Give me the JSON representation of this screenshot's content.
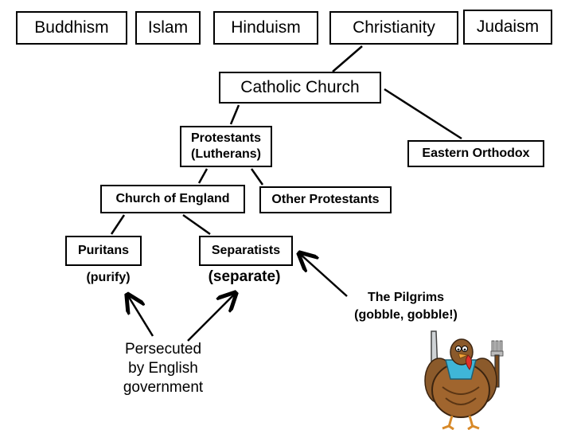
{
  "religions": {
    "buddhism": "Buddhism",
    "islam": "Islam",
    "hinduism": "Hinduism",
    "christianity": "Christianity",
    "judaism": "Judaism"
  },
  "branches": {
    "catholic": "Catholic Church",
    "protestants_line1": "Protestants",
    "protestants_line2": "(Lutherans)",
    "eastern_orthodox": "Eastern Orthodox",
    "church_of_england": "Church of England",
    "other_protestants": "Other Protestants",
    "puritans": "Puritans",
    "separatists": "Separatists"
  },
  "notes": {
    "purify": "(purify)",
    "separate": "(separate)",
    "pilgrims_line1": "The Pilgrims",
    "pilgrims_line2": "(gobble, gobble!)",
    "persecuted_line1": "Persecuted",
    "persecuted_line2": "by English",
    "persecuted_line3": "government"
  },
  "icons": {
    "turkey": "pilgrim-turkey-icon"
  }
}
